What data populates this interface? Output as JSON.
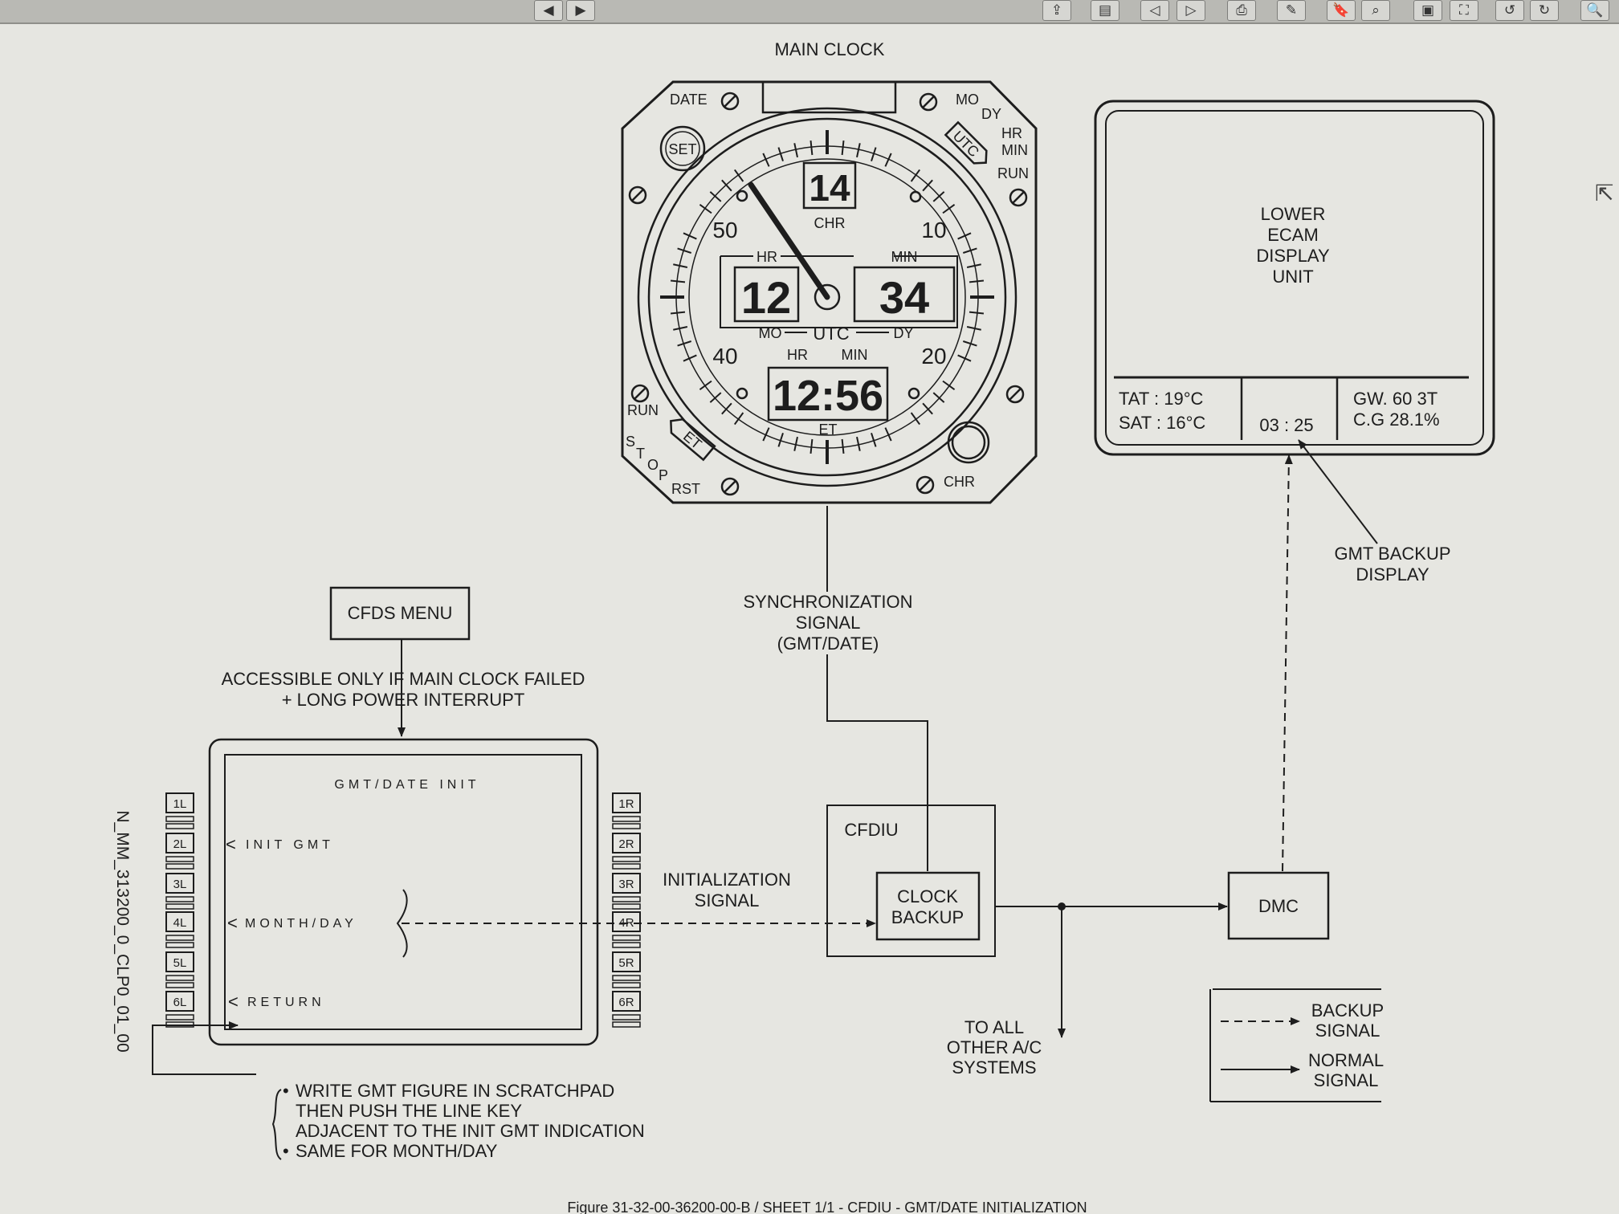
{
  "toolbar": {
    "buttons": [
      "nav-back-icon",
      "nav-forward-icon",
      "export-icon",
      "notes-icon",
      "prev-icon",
      "next-icon",
      "print-icon",
      "edit-icon",
      "bookmark-icon",
      "zoom-icon",
      "fit-page-icon",
      "fullscreen-icon",
      "rotate-left-icon",
      "rotate-right-icon",
      "search-icon"
    ],
    "glyphs": [
      "◀",
      "▶",
      "⇪",
      "▤",
      "◁",
      "▷",
      "⎙",
      "✎",
      "🔖",
      "⌕",
      "▣",
      "⛶",
      "↺",
      "↻",
      "🔍"
    ]
  },
  "clock": {
    "title": "MAIN CLOCK",
    "date_label": "DATE",
    "mo_label": "MO",
    "dy_label": "DY",
    "hr_label": "HR",
    "min_label": "MIN",
    "run_label": "RUN",
    "set_label": "SET",
    "utc_badge": "UTC",
    "chr_label": "CHR",
    "chr_value": "14",
    "dial_50": "50",
    "dial_10": "10",
    "dial_40": "40",
    "dial_20": "20",
    "date_hr": "HR",
    "date_min": "MIN",
    "date_mo_value": "12",
    "date_dy_value": "34",
    "date_mo": "MO",
    "utc_center": "UTC",
    "date_dy": "DY",
    "et_hr": "HR",
    "et_min": "MIN",
    "et_value": "12:56",
    "et_label": "ET",
    "run_left": "RUN",
    "stop_label": [
      "S",
      "T",
      "O",
      "P"
    ],
    "rst_label": "RST",
    "et_badge": "ET",
    "chr_bottom": "CHR"
  },
  "ecam": {
    "title_lines": [
      "LOWER",
      "ECAM",
      "DISPLAY",
      "UNIT"
    ],
    "tat": "TAT : 19°C",
    "sat": "SAT : 16°C",
    "time": "03 : 25",
    "gw": "GW. 60 3T",
    "cg": "C.G 28.1%"
  },
  "labels": {
    "gmt_backup": [
      "GMT BACKUP",
      "DISPLAY"
    ],
    "sync_signal": [
      "SYNCHRONIZATION",
      "SIGNAL",
      "(GMT/DATE)"
    ],
    "cfds_menu": "CFDS MENU",
    "accessible": [
      "ACCESSIBLE ONLY IF MAIN CLOCK FAILED",
      "+ LONG POWER INTERRUPT"
    ],
    "init_signal": [
      "INITIALIZATION",
      "SIGNAL"
    ],
    "cfdiu": "CFDIU",
    "clock_backup": [
      "CLOCK",
      "BACKUP"
    ],
    "dmc": "DMC",
    "to_all": [
      "TO ALL",
      "OTHER A/C",
      "SYSTEMS"
    ],
    "legend_backup": [
      "BACKUP",
      "SIGNAL"
    ],
    "legend_normal": [
      "NORMAL",
      "SIGNAL"
    ],
    "instructions": [
      "WRITE GMT FIGURE IN SCRATCHPAD",
      "THEN PUSH THE LINE KEY",
      "ADJACENT TO THE INIT GMT INDICATION",
      "SAME FOR MONTH/DAY"
    ],
    "bullet": "•",
    "vertical_ref": "N_MM_313200_0_CLP0_01_00",
    "caption": "Figure 31-32-00-36200-00-B / SHEET 1/1 - CFDIU - GMT/DATE INITIALIZATION"
  },
  "mcdu": {
    "title": "GMT/DATE  INIT",
    "init_gmt": "INIT GMT",
    "month_day": "MONTH/DAY",
    "return": "RETURN",
    "caret": "<",
    "left_keys": [
      "1L",
      "2L",
      "3L",
      "4L",
      "5L",
      "6L"
    ],
    "right_keys": [
      "1R",
      "2R",
      "3R",
      "4R",
      "5R",
      "6R"
    ]
  }
}
